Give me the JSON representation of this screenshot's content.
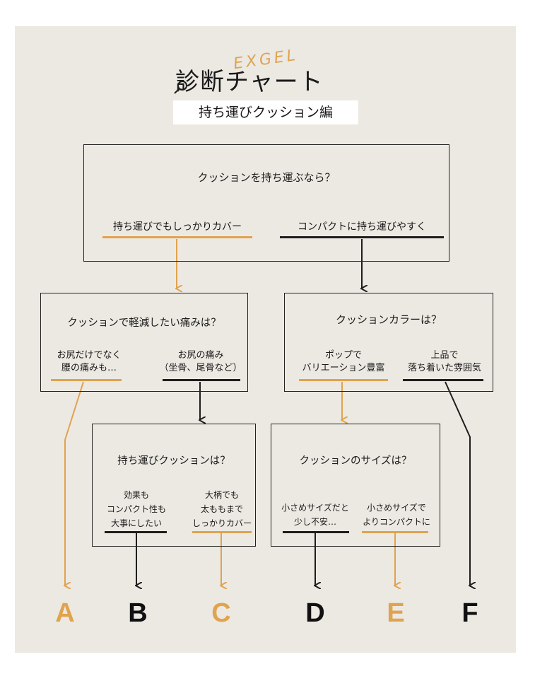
{
  "header": {
    "title": "診断チャート",
    "logo_text": "EXGEL",
    "subtitle": "持ち運びクッション編"
  },
  "q1": {
    "question": "クッションを持ち運ぶなら？",
    "option_left": "持ち運びでもしっかりカバー",
    "option_right": "コンパクトに持ち運びやすく"
  },
  "q2": {
    "question": "クッションで軽減したい痛みは？",
    "option_left_line1": "お尻だけでなく",
    "option_left_line2": "腰の痛みも…",
    "option_right_line1": "お尻の痛み",
    "option_right_line2": "（坐骨、尾骨など）"
  },
  "q3": {
    "question": "クッションカラーは？",
    "option_left_line1": "ポップで",
    "option_left_line2": "バリエーション豊富",
    "option_right_line1": "上品で",
    "option_right_line2": "落ち着いた雰囲気"
  },
  "q4": {
    "question": "持ち運びクッションは？",
    "option_left_line1": "効果も",
    "option_left_line2": "コンパクト性も",
    "option_left_line3": "大事にしたい",
    "option_right_line1": "大柄でも",
    "option_right_line2": "太ももまで",
    "option_right_line3": "しっかりカバー"
  },
  "q5": {
    "question": "クッションのサイズは？",
    "option_left_line1": "小さめサイズだと",
    "option_left_line2": "少し不安…",
    "option_right_line1": "小さめサイズで",
    "option_right_line2": "よりコンパクトに"
  },
  "results": {
    "a": "A",
    "b": "B",
    "c": "C",
    "d": "D",
    "e": "E",
    "f": "F"
  },
  "colors": {
    "accent": "#e0a34f",
    "dark": "#1e1e1e",
    "background": "#ece9e3"
  }
}
